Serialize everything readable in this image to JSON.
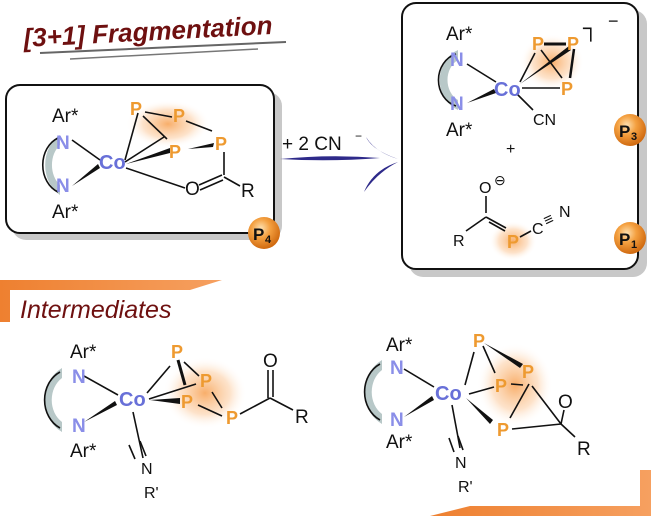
{
  "title": "[3+1] Fragmentation",
  "section_label": "Intermediates",
  "colors": {
    "title": "#6e1010",
    "phosphorus": "#ee9a30",
    "cobalt": "#6870d8",
    "nitrogen": "#8a8ee8",
    "arrow": "#2e2a8a",
    "accent_bar": "#ee8a3a",
    "ligand_backbone": "#b8c8c8"
  },
  "reactant": {
    "atoms": {
      "ar_top": "Ar*",
      "ar_bottom": "Ar*",
      "n_top": "N",
      "n_bottom": "N",
      "co": "Co",
      "p1": "P",
      "p2": "P",
      "p3": "P",
      "p4": "P",
      "o": "O",
      "r": "R"
    },
    "badge": {
      "letter": "P",
      "sub": "4"
    }
  },
  "reagent": {
    "text": "+ 2 CN",
    "charge": "−"
  },
  "product": {
    "charge_bracket": "┐",
    "charge": "−",
    "complex": {
      "ar_top": "Ar*",
      "ar_bottom": "Ar*",
      "n_top": "N",
      "n_bottom": "N",
      "co": "Co",
      "p1": "P",
      "p2": "P",
      "p3": "P",
      "cn": "CN"
    },
    "plus": "+",
    "phosphaalkene": {
      "o": "O",
      "o_charge": "⊖",
      "r": "R",
      "p": "P",
      "c": "C",
      "triple": "≡",
      "n": "N"
    },
    "badge_top": {
      "letter": "P",
      "sub": "3"
    },
    "badge_bottom": {
      "letter": "P",
      "sub": "1"
    }
  },
  "intermediate_1": {
    "ar_top": "Ar*",
    "ar_bottom": "Ar*",
    "n_top": "N",
    "n_bottom": "N",
    "co": "Co",
    "p1": "P",
    "p2": "P",
    "p3": "P",
    "p4": "P",
    "o": "O",
    "r": "R",
    "n_iso": "N",
    "r_prime": "R'"
  },
  "intermediate_2": {
    "ar_top": "Ar*",
    "ar_bottom": "Ar*",
    "n_top": "N",
    "n_bottom": "N",
    "co": "Co",
    "p1": "P",
    "p2": "P",
    "p3": "P",
    "p4": "P",
    "o": "O",
    "r": "R",
    "n_iso": "N",
    "r_prime": "R'"
  }
}
